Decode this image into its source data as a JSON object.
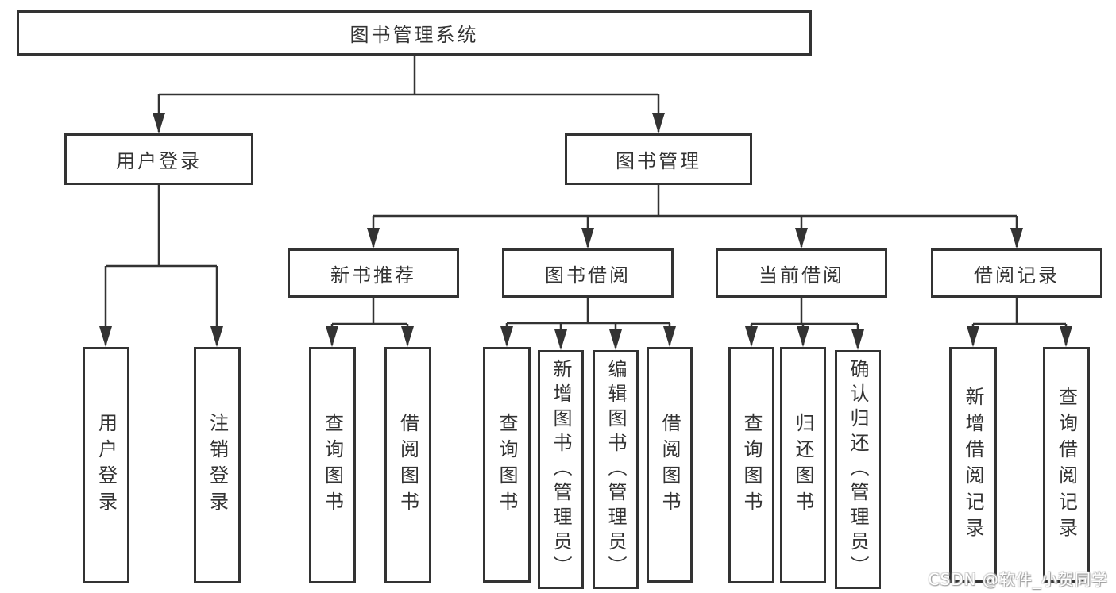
{
  "diagram": {
    "root": {
      "label": "图书管理系统"
    },
    "branches": [
      {
        "label": "用户登录",
        "children": [
          {
            "label": "用户登录"
          },
          {
            "label": "注销登录"
          }
        ]
      },
      {
        "label": "图书管理",
        "children": [
          {
            "label": "新书推荐",
            "children": [
              {
                "label": "查询图书"
              },
              {
                "label": "借阅图书"
              }
            ]
          },
          {
            "label": "图书借阅",
            "children": [
              {
                "label": "查询图书"
              },
              {
                "label": "新增图书（管理员）"
              },
              {
                "label": "编辑图书（管理员）"
              },
              {
                "label": "借阅图书"
              }
            ]
          },
          {
            "label": "当前借阅",
            "children": [
              {
                "label": "查询图书"
              },
              {
                "label": "归还图书"
              },
              {
                "label": "确认归还（管理员）"
              }
            ]
          },
          {
            "label": "借阅记录",
            "children": [
              {
                "label": "新增借阅记录"
              },
              {
                "label": "查询借阅记录"
              }
            ]
          }
        ]
      }
    ]
  },
  "watermark": {
    "text": "CSDN @软件_小贺同学"
  },
  "colors": {
    "line": "#333333",
    "box_border": "#333333",
    "text": "#333333",
    "background": "#ffffff",
    "watermark_text": "#ffffff"
  }
}
